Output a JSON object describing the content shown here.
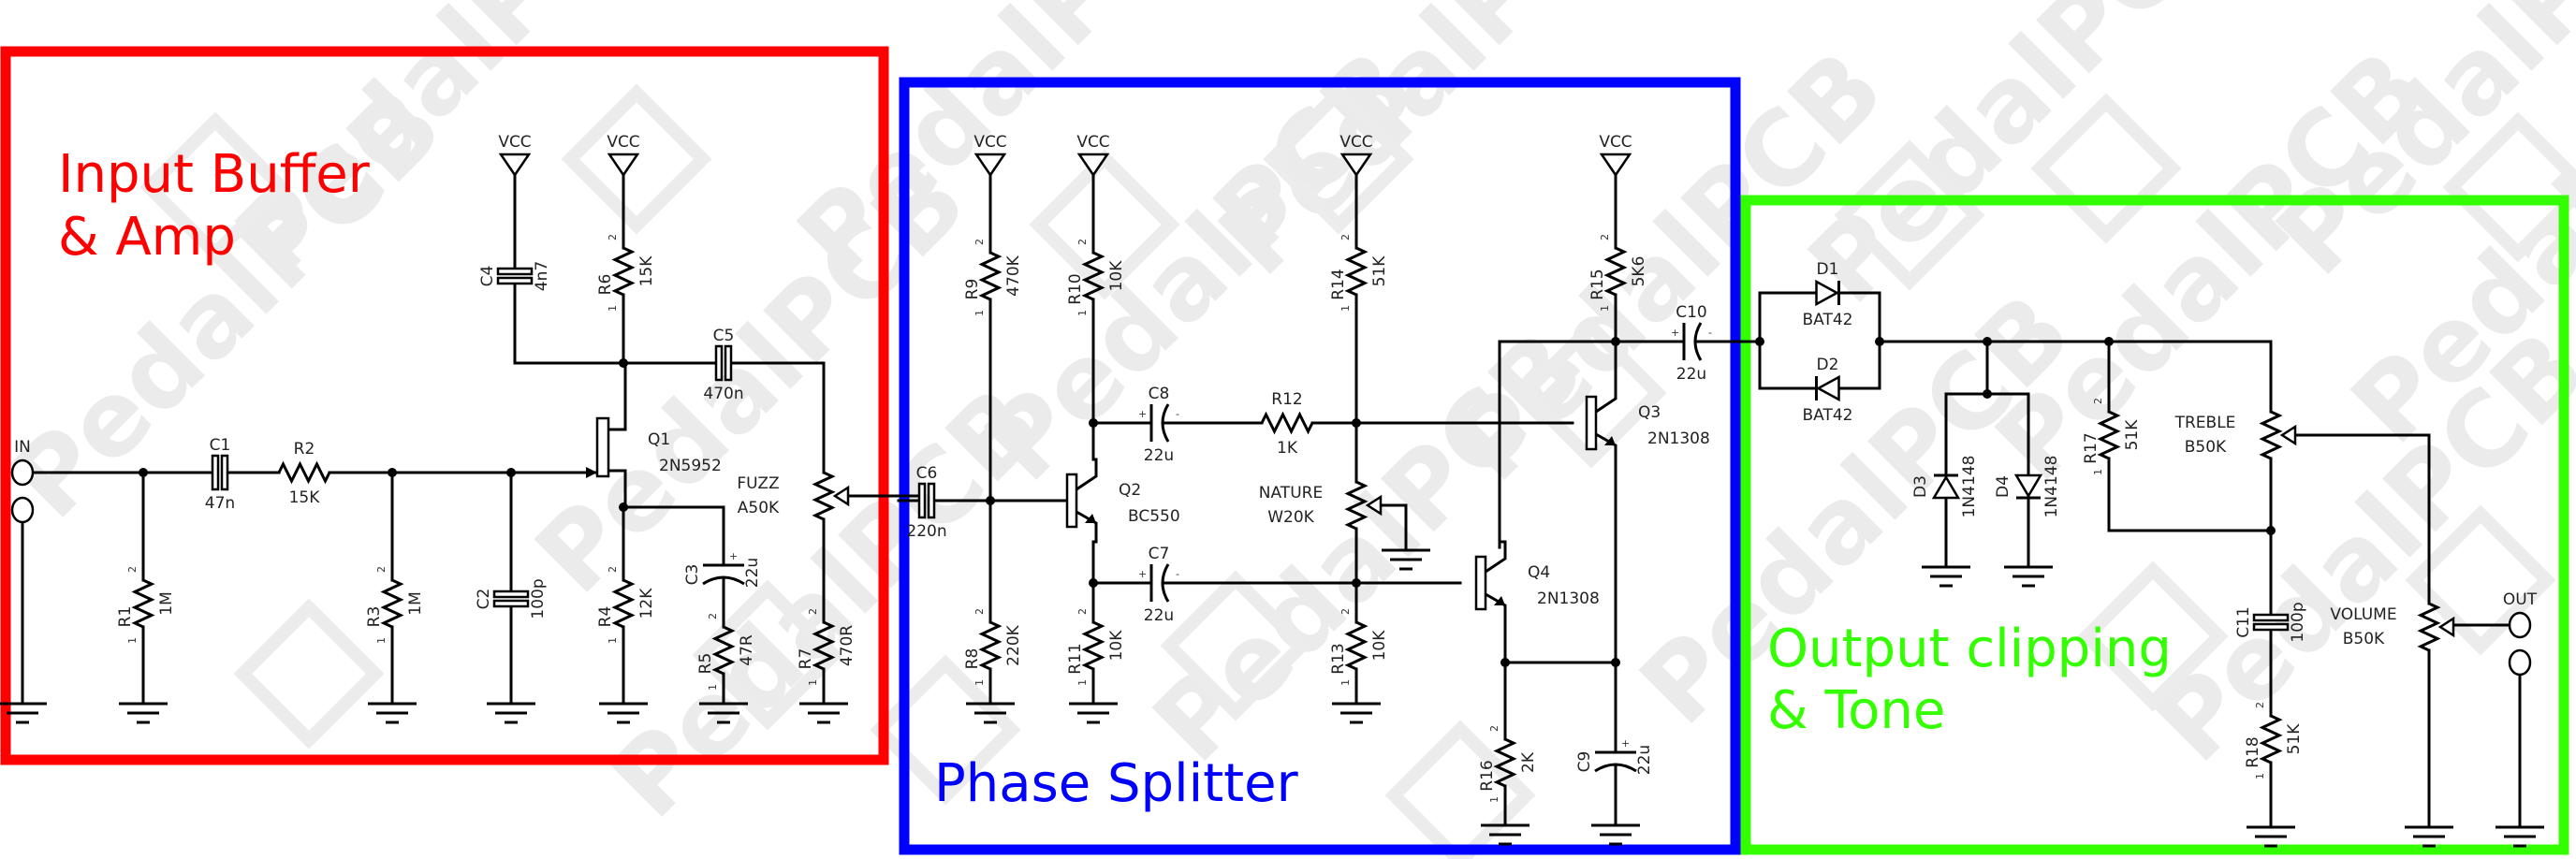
{
  "watermark": "PedalPCB",
  "sections": [
    {
      "id": "input",
      "title_lines": [
        "Input Buffer",
        "& Amp"
      ],
      "color": "#ff0000"
    },
    {
      "id": "phase",
      "title_lines": [
        "Phase Splitter"
      ],
      "color": "#0000ff"
    },
    {
      "id": "output",
      "title_lines": [
        "Output clipping",
        "& Tone"
      ],
      "color": "#33ff00"
    }
  ],
  "power_label": "VCC",
  "jacks": {
    "in": "IN",
    "out": "OUT"
  },
  "components": {
    "R1": {
      "ref": "R1",
      "value": "1M"
    },
    "R2": {
      "ref": "R2",
      "value": "15K"
    },
    "R3": {
      "ref": "R3",
      "value": "1M"
    },
    "R4": {
      "ref": "R4",
      "value": "12K"
    },
    "R5": {
      "ref": "R5",
      "value": "47R"
    },
    "R6": {
      "ref": "R6",
      "value": "15K"
    },
    "R7": {
      "ref": "R7",
      "value": "470R"
    },
    "R8": {
      "ref": "R8",
      "value": "220K"
    },
    "R9": {
      "ref": "R9",
      "value": "470K"
    },
    "R10": {
      "ref": "R10",
      "value": "10K"
    },
    "R11": {
      "ref": "R11",
      "value": "10K"
    },
    "R12": {
      "ref": "R12",
      "value": "1K"
    },
    "R13": {
      "ref": "R13",
      "value": "10K"
    },
    "R14": {
      "ref": "R14",
      "value": "51K"
    },
    "R15": {
      "ref": "R15",
      "value": "5K6"
    },
    "R16": {
      "ref": "R16",
      "value": "2K"
    },
    "R17": {
      "ref": "R17",
      "value": "51K"
    },
    "R18": {
      "ref": "R18",
      "value": "51K"
    },
    "C1": {
      "ref": "C1",
      "value": "47n"
    },
    "C2": {
      "ref": "C2",
      "value": "100p"
    },
    "C3": {
      "ref": "C3",
      "value": "22u"
    },
    "C4": {
      "ref": "C4",
      "value": "4n7"
    },
    "C5": {
      "ref": "C5",
      "value": "470n"
    },
    "C6": {
      "ref": "C6",
      "value": "220n"
    },
    "C7": {
      "ref": "C7",
      "value": "22u"
    },
    "C8": {
      "ref": "C8",
      "value": "22u"
    },
    "C9": {
      "ref": "C9",
      "value": "22u"
    },
    "C10": {
      "ref": "C10",
      "value": "22u"
    },
    "C11": {
      "ref": "C11",
      "value": "100p"
    },
    "Q1": {
      "ref": "Q1",
      "value": "2N5952"
    },
    "Q2": {
      "ref": "Q2",
      "value": "BC550"
    },
    "Q3": {
      "ref": "Q3",
      "value": "2N1308"
    },
    "Q4": {
      "ref": "Q4",
      "value": "2N1308"
    },
    "D1": {
      "ref": "D1",
      "value": "BAT42"
    },
    "D2": {
      "ref": "D2",
      "value": "BAT42"
    },
    "D3": {
      "ref": "D3",
      "value": "1N4148"
    },
    "D4": {
      "ref": "D4",
      "value": "1N4148"
    },
    "FUZZ": {
      "ref": "FUZZ",
      "value": "A50K"
    },
    "NATURE": {
      "ref": "NATURE",
      "value": "W20K"
    },
    "TREBLE": {
      "ref": "TREBLE",
      "value": "B50K"
    },
    "VOLUME": {
      "ref": "VOLUME",
      "value": "B50K"
    }
  }
}
